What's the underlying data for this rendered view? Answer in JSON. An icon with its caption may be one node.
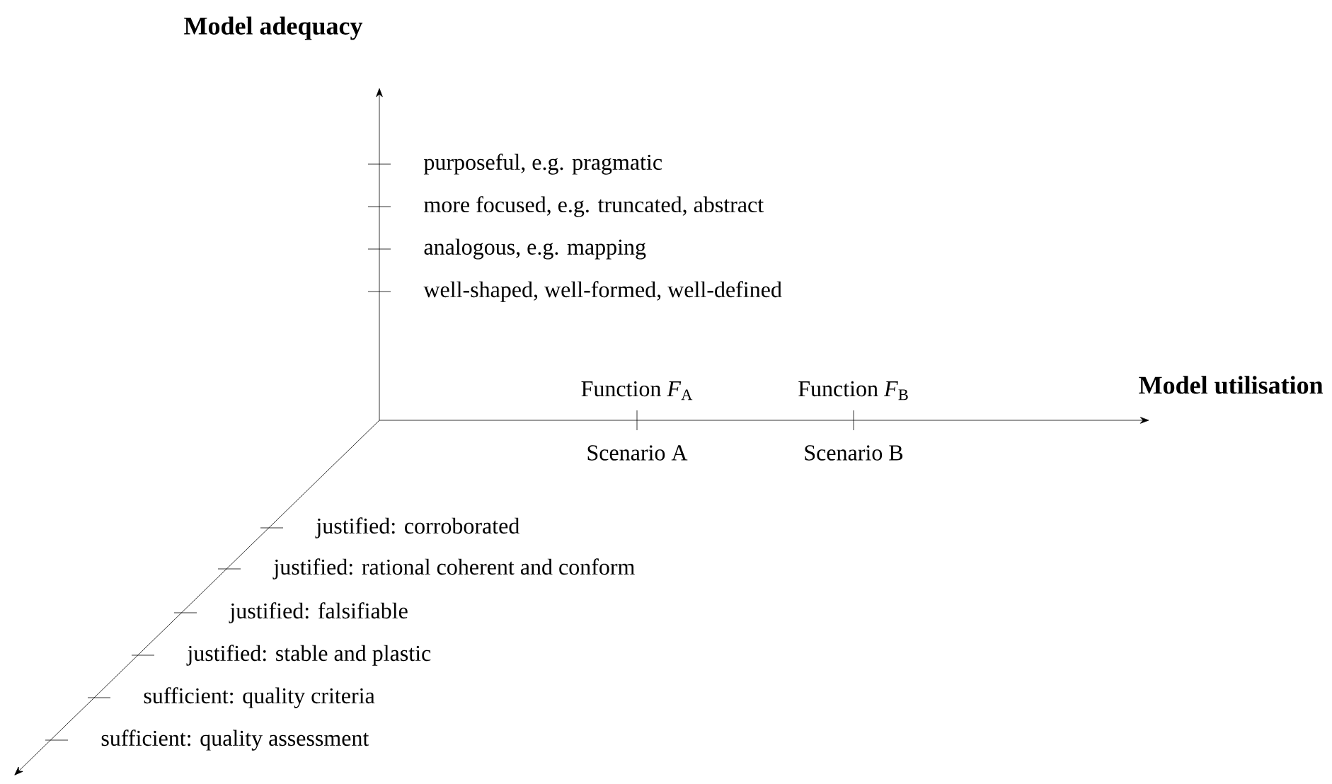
{
  "diagram": {
    "labels": [
      "Model adequacy",
      "purposeful, e.g. pragmatic",
      "more focused, e.g. truncated, abstract",
      "analogous, e.g. mapping",
      "well-shaped, well-formed, well-defined",
      "Function *F*$_{A}$",
      "Function *F*$_{B}$",
      "Model utilisation",
      "Scenario A",
      "Scenario B",
      "justified: corroborated",
      "justified: rational coherent and conform",
      "justified: falsifiable",
      "justified: stable and plastic",
      "sufficient: quality criteria",
      "sufficient: quality assessment"
    ]
  }
}
